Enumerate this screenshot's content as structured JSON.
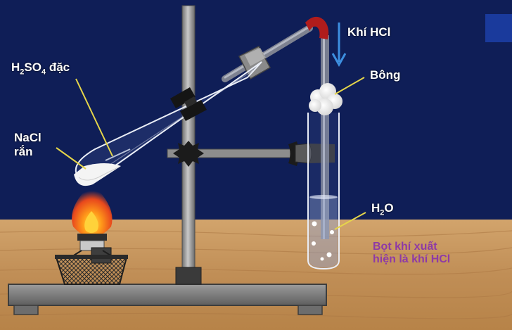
{
  "labels": {
    "acid": {
      "pre": "H",
      "sub1": "2",
      "mid": "SO",
      "sub2": "4",
      "post": " đặc"
    },
    "nacl_line1": "NaCl",
    "nacl_line2": "rắn",
    "gas": "Khí HCl",
    "cotton": "Bông",
    "water": {
      "pre": "H",
      "sub": "2",
      "post": "O"
    },
    "note_line1": "Bọt khí xuất",
    "note_line2": "hiện là khí HCl"
  },
  "colors": {
    "background": "#0f1e57",
    "table": "#c99a62",
    "gas_arrow": "#3d8fe0",
    "note_text": "#8e3aa6",
    "delivery_tube_bend": "#b01c1c"
  }
}
